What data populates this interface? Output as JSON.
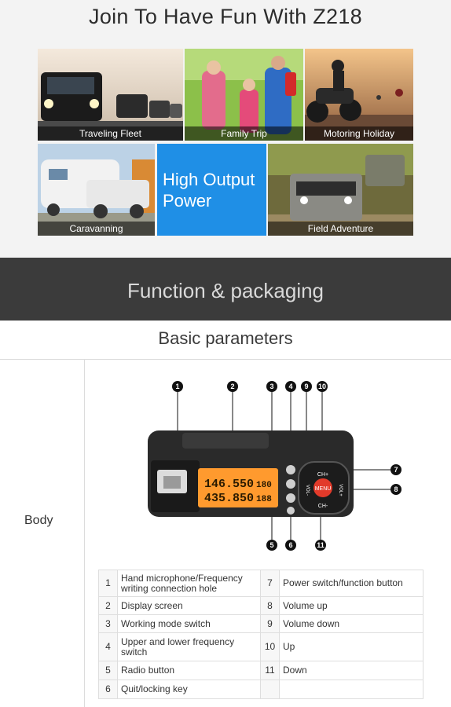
{
  "promo": {
    "title": "Join To Have Fun With Z218",
    "tiles": [
      {
        "caption": "Traveling Fleet"
      },
      {
        "caption": "Family Trip"
      },
      {
        "caption": "Motoring Holiday"
      },
      {
        "caption": "Caravanning"
      },
      {
        "caption": "Field Adventure"
      }
    ],
    "hero_line1": "High Output",
    "hero_line2": "Power"
  },
  "band": {
    "title": "Function & packaging"
  },
  "params": {
    "title": "Basic parameters",
    "body_label": "Body"
  },
  "radio": {
    "freq1": "146.550",
    "freq2": "435.850",
    "ch1": "180",
    "ch2": "188",
    "menu_label": "MENU",
    "ch_up": "CH+",
    "ch_down": "CH-",
    "vol_left": "VOL-",
    "vol_right": "VOL+",
    "callouts": [
      "1",
      "2",
      "3",
      "4",
      "5",
      "6",
      "7",
      "8",
      "9",
      "10",
      "11"
    ]
  },
  "colors": {
    "accent_blue": "#1f8fe6",
    "band_gray": "#3b3b3b",
    "lcd_orange": "#ff9a2e",
    "menu_red": "#e23a2a"
  },
  "spec_table": [
    {
      "n1": "1",
      "t1": "Hand microphone/Frequency writing connection hole",
      "n2": "7",
      "t2": "Power switch/function button"
    },
    {
      "n1": "2",
      "t1": "Display screen",
      "n2": "8",
      "t2": "Volume up"
    },
    {
      "n1": "3",
      "t1": "Working mode switch",
      "n2": "9",
      "t2": "Volume down"
    },
    {
      "n1": "4",
      "t1": "Upper and lower frequency switch",
      "n2": "10",
      "t2": "Up"
    },
    {
      "n1": "5",
      "t1": "Radio button",
      "n2": "11",
      "t2": "Down"
    },
    {
      "n1": "6",
      "t1": "Quit/locking key",
      "n2": "",
      "t2": ""
    }
  ]
}
